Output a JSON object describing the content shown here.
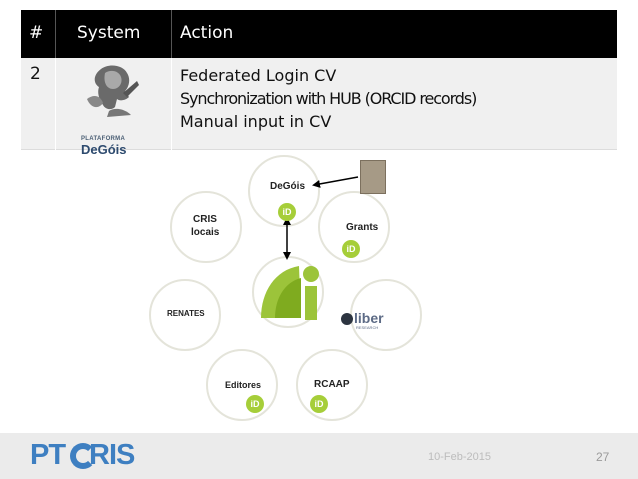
{
  "table": {
    "headers": [
      "#",
      "System",
      "Action"
    ],
    "row": {
      "number": "2",
      "logo_text_small": "PLATAFORMA",
      "logo_text_large": "DeGóis",
      "actions": [
        "Federated Login CV",
        "Synchronization with HUB (ORCID records)",
        "Manual input in CV"
      ]
    }
  },
  "diagram": {
    "nodes": {
      "degois": "DeGóis",
      "grants": "Grants",
      "cris_line1": "CRIS",
      "cris_line2": "locais",
      "renates": "RENATES",
      "editores": "Editores",
      "rcaap": "RCAAP",
      "liber": "liber",
      "liber_sub": "RESEARCH"
    },
    "orcid_badge": "iD"
  },
  "footer": {
    "brand_left": "PT",
    "brand_right": "RIS",
    "date": "10-Feb-2015",
    "page": "27"
  },
  "colors": {
    "orcid_green": "#a6ce39",
    "ptcris_blue": "#3e7fc1",
    "header_black": "#000000"
  },
  "icons": [
    "degois-logo-icon",
    "orcid-icon",
    "orcid-hub-logo-icon",
    "liber-logo-icon",
    "document-thumbnail-icon",
    "ptcris-logo-icon"
  ]
}
